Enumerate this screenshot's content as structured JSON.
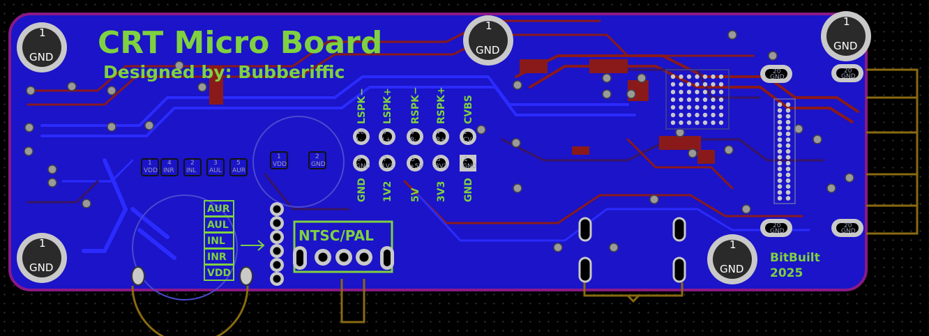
{
  "board": {
    "title": "CRT Micro Board",
    "designer": "Designed by: Bubberiffic",
    "brand": "BitBuilt",
    "year": "2025"
  },
  "mounting_holes": [
    {
      "num": "1",
      "label": "GND"
    },
    {
      "num": "1",
      "label": "GND"
    },
    {
      "num": "1",
      "label": "GND"
    },
    {
      "num": "1",
      "label": "GND"
    },
    {
      "num": "1",
      "label": "GND"
    }
  ],
  "header_top_labels": [
    "LSPK−",
    "LSPK+",
    "RSPK−",
    "RSPK+",
    "CVBS"
  ],
  "header_bottom_labels": [
    "GND",
    "1V2",
    "5V",
    "3V3",
    "GND"
  ],
  "header_pin_top": [
    {
      "num": "10",
      "name": "L-"
    },
    {
      "num": "8",
      "name": "L+"
    },
    {
      "num": "6",
      "name": "R-"
    },
    {
      "num": "4",
      "name": "R+"
    },
    {
      "num": "2",
      "name": "CV"
    }
  ],
  "header_pin_bottom": [
    {
      "num": "9",
      "name": "GND"
    },
    {
      "num": "7",
      "name": "1V2"
    },
    {
      "num": "5",
      "name": "+5V"
    },
    {
      "num": "3",
      "name": "3V3"
    },
    {
      "num": "1",
      "name": "GND"
    }
  ],
  "audio_pads": [
    {
      "num": "1",
      "name": "VDD"
    },
    {
      "num": "4",
      "name": "INR"
    },
    {
      "num": "2",
      "name": "INL"
    },
    {
      "num": "3",
      "name": "AUL"
    },
    {
      "num": "5",
      "name": "AUR"
    }
  ],
  "cap_pads": [
    {
      "num": "1",
      "name": "VDD"
    },
    {
      "num": "2",
      "name": "GND"
    }
  ],
  "signal_box": [
    "AUR",
    "AUL",
    "INL",
    "INR",
    "VDD"
  ],
  "ntsc_label": "NTSC/PAL",
  "edge_pads": [
    {
      "num": "20",
      "name": "GND"
    },
    {
      "num": "20",
      "name": "GND"
    },
    {
      "num": "20",
      "name": "GND"
    },
    {
      "num": "20",
      "name": "GND"
    }
  ],
  "colors": {
    "board": "#1b14c8",
    "trace_top": "#8a1a1a",
    "trace_bottom": "#3030ff",
    "outline": "#8a1a86",
    "silkscreen": "#7fd140",
    "courtyard": "#8a6a10"
  }
}
